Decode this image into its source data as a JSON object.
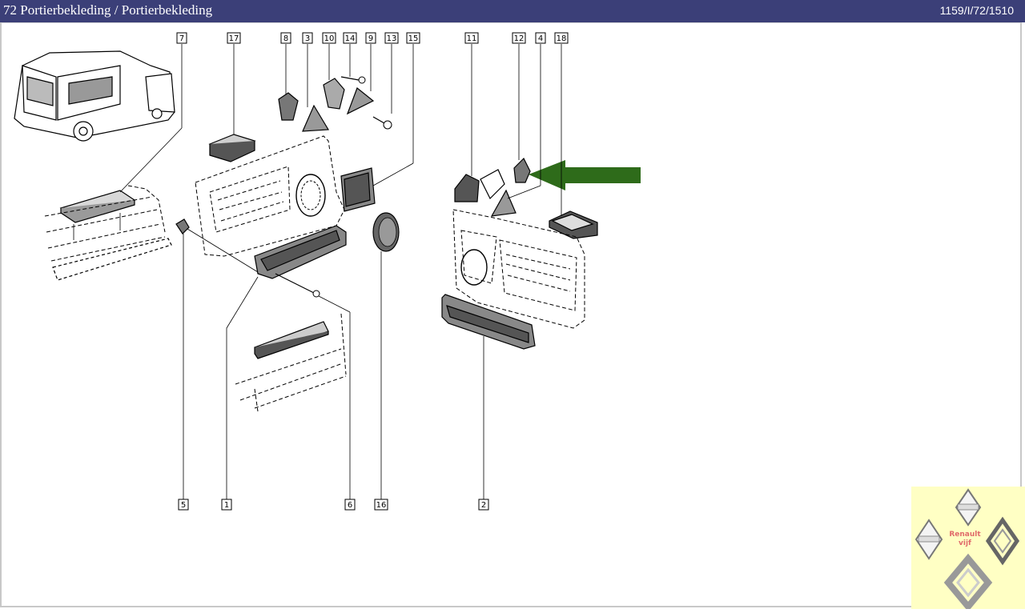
{
  "header": {
    "title": "72 Portierbekleding / Portierbekleding",
    "code": "1159/I/72/1510"
  },
  "diagram": {
    "callouts": [
      "7",
      "17",
      "8",
      "3",
      "10",
      "14",
      "9",
      "13",
      "15",
      "11",
      "12",
      "4",
      "18",
      "5",
      "1",
      "6",
      "16",
      "2"
    ],
    "highlight_arrow_color": "#2e6b1a"
  },
  "logo": {
    "brand_line1": "Renault",
    "brand_line2": "vijf",
    "background": "#ffffc4"
  }
}
